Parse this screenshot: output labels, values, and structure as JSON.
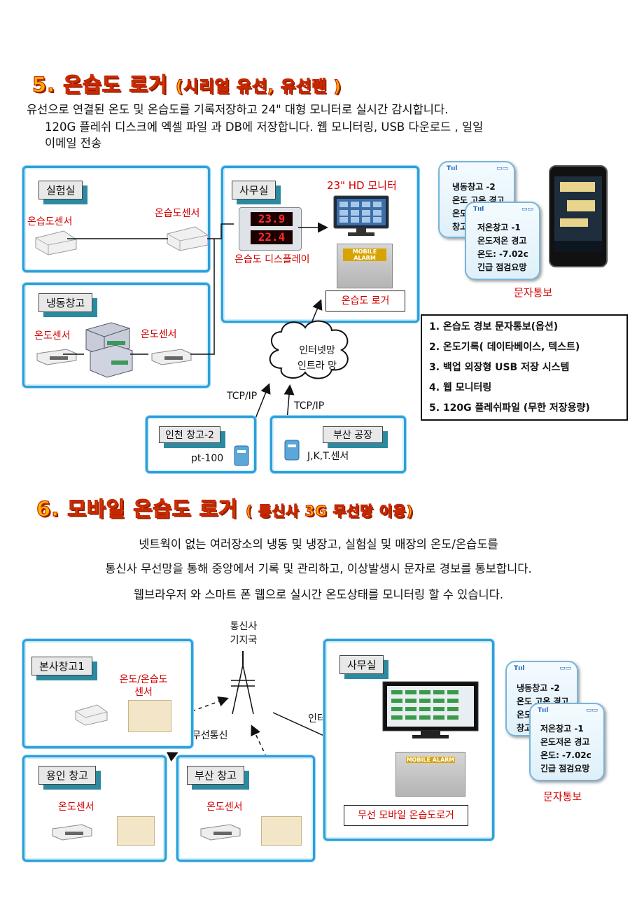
{
  "section5": {
    "title": "5. 온습도 로거",
    "title_sub": "(시리얼 유선, 유선랜 )",
    "para_line1": "유선으로 연결된 온도 및 온습도를 기록저장하고  24\" 대형 모니터로 실시간 감시합니다.",
    "para_line2": "120G 플레쉬 디스크에 엑셀 파일 과 DB에 저장합니다. 웹 모니터링, USB 다운로드 , 일일",
    "para_line3": "이메일 전송",
    "lab": {
      "tag": "실험실",
      "sensor_left": "온습도센서",
      "sensor_right": "온습도센서"
    },
    "freezer": {
      "tag": "냉동창고",
      "sensor_left": "온도센서",
      "sensor_right": "온도센서"
    },
    "office": {
      "tag": "사무실",
      "monitor_label": "23\" HD 모니터",
      "display_label": "온습도 디스플레이",
      "display_top": "23.9",
      "display_bottom": "22.4",
      "alarm_label": "MOBILE ALARM",
      "logger_label": "온습도 로거"
    },
    "cloud": {
      "line1": "인터넷망",
      "line2": "인트라 망"
    },
    "tcp_left": "TCP/IP",
    "tcp_right": "TCP/IP",
    "incheon": {
      "tag": "인천 창고-2",
      "device": "pt-100"
    },
    "busan": {
      "tag": "부산 공장",
      "device": "J,K,T.센서"
    },
    "sms_label": "문자통보",
    "phone_back": [
      "냉동창고 -2",
      "온도 고온 경고",
      "온도",
      "창고"
    ],
    "phone_front": [
      "저온창고 -1",
      "온도저온 경고",
      "온도: -7.02c",
      "긴급 점검요망"
    ],
    "features": [
      "1. 온습도 경보 문자통보(옵션)",
      "2. 온도기록( 데이타베이스, 텍스트)",
      "3. 백업 외장형 USB 저장 시스템",
      "4. 웹 모니터링",
      "5. 120G 플레쉬파일 (무한 저장용량)"
    ]
  },
  "section6": {
    "title": "6. 모바일 온습도 로거",
    "title_sub": "( 통신사 3G 무선망 이용)",
    "para_line1": "넷트웍이 없는 여러장소의 냉동 및 냉장고, 실험실 및 매장의 온도/온습도를",
    "para_line2": "통신사 무선망을 통해 중앙에서 기록 및 관리하고, 이상발생시 문자로 경보를 통보합니다.",
    "para_line3": "웹브라우저 와 스마트 폰 웹으로 실시간 온도상태를 모니터링 할 수 있습니다.",
    "tower_line1": "통신사",
    "tower_line2": "기지국",
    "hq": {
      "tag": "본사창고1",
      "sensor_line1": "온도/온습도",
      "sensor_line2": "센서"
    },
    "wireless": "무선통신",
    "internet": "인터넷",
    "yongin": {
      "tag": "용인 창고",
      "sensor": "온도센서"
    },
    "busan": {
      "tag": "부산 창고",
      "sensor": "온도센서"
    },
    "office": {
      "tag": "사무실",
      "alarm_label": "MOBILE ALARM",
      "logger_label": "무선 모바일 온습도로거"
    },
    "sms_label": "문자통보",
    "phone_back": [
      "냉동창고 -2",
      "온도 고온 경고",
      "온도",
      "창고"
    ],
    "phone_front": [
      "저온창고 -1",
      "온도저온 경고",
      "온도: -7.02c",
      "긴급 점검요망"
    ]
  },
  "icons": {
    "signal": "Tııl",
    "battery": "▭▭"
  }
}
